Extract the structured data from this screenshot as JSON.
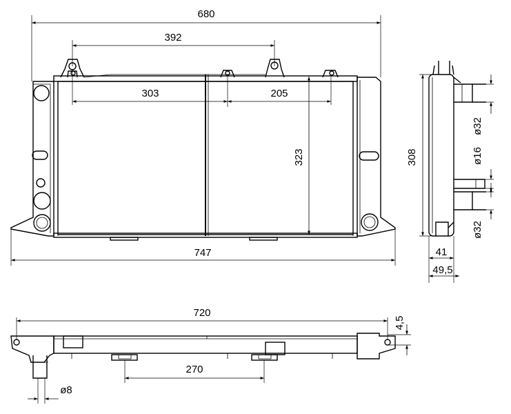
{
  "dimensions": {
    "overall_core_width": "680",
    "mount_spacing": "392",
    "left_section": "303",
    "right_section": "205",
    "core_height": "323",
    "total_width": "747",
    "side_height": "308",
    "outlet_top_dia": "ø32",
    "small_pipe_dia": "ø16",
    "outlet_bottom_dia": "ø32",
    "core_depth": "41",
    "total_depth": "49,5",
    "bottom_length": "720",
    "offset": "4,5",
    "bracket_spacing": "270",
    "drain_dia": "ø8"
  }
}
